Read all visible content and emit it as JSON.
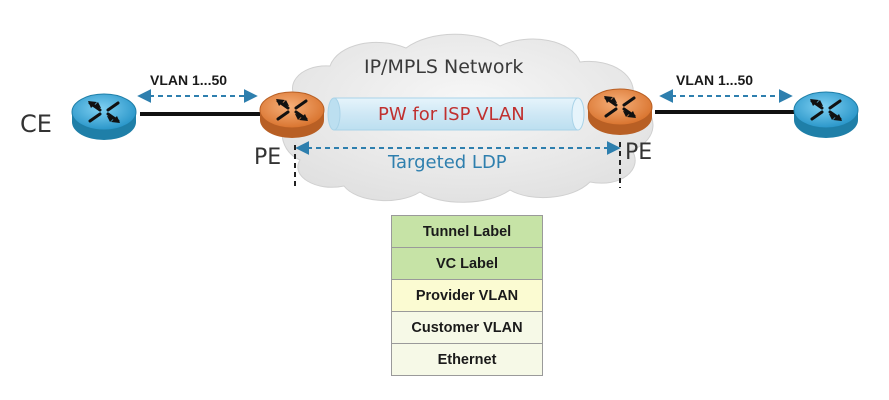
{
  "cloud": {
    "title": "IP/MPLS Network"
  },
  "pseudowire": {
    "label": "PW for ISP VLAN"
  },
  "ldp": {
    "label": "Targeted LDP"
  },
  "left_link": {
    "vlan_label": "VLAN 1...50"
  },
  "right_link": {
    "vlan_label": "VLAN 1...50"
  },
  "nodes": {
    "ce_left": {
      "label": "CE",
      "color": "#3fa9d8"
    },
    "pe_left": {
      "label": "PE",
      "color": "#e8894a"
    },
    "pe_right": {
      "label": "PE",
      "color": "#e8894a"
    },
    "ce_right": {
      "color": "#3fa9d8"
    }
  },
  "label_stack": [
    {
      "label": "Tunnel Label",
      "color": "#c6e3a6"
    },
    {
      "label": "VC Label",
      "color": "#c6e3a6"
    },
    {
      "label": "Provider VLAN",
      "color": "#fbfbd2"
    },
    {
      "label": "Customer VLAN",
      "color": "#f6f9e7"
    },
    {
      "label": "Ethernet",
      "color": "#f6f9e7"
    }
  ],
  "colors": {
    "arrow": "#2e7fae",
    "pw_tube": "#cfe8f5",
    "cloud": "#ebebeb"
  }
}
